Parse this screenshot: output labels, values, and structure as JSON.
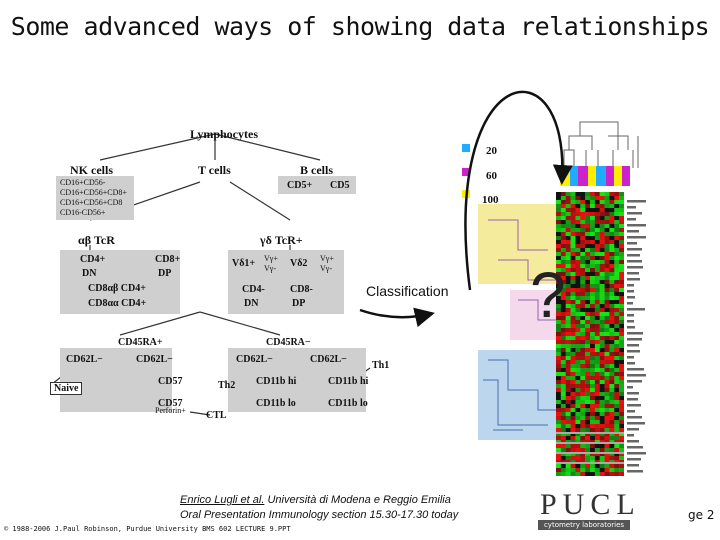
{
  "title": "Some advanced ways of showing data relationships",
  "tree": {
    "root": "Lymphocytes",
    "nk": "NK cells",
    "t": "T cells",
    "b": "B cells",
    "nk_markers": [
      "CD16+CD56-",
      "CD16+CD56+CD8+",
      "CD16+CD56+CD8",
      "CD16-CD56+"
    ],
    "b_markers": [
      "CD5+",
      "CD5"
    ],
    "ab": "αβ TcR",
    "gd": "γδ TcR+",
    "cd4": "CD4+",
    "cd8": "CD8+",
    "dn": "DN",
    "dp": "DP",
    "cd8_sub1": "CD8αβ CD4+",
    "cd8_sub2": "CD8αα CD4+",
    "vd1": "Vδ1+",
    "vd2": "Vδ2",
    "vg1": "Vγ+",
    "vg2": "Vγ-",
    "gd_cd4": "CD4-",
    "gd_cd8": "CD8-",
    "gd_dn": "DN",
    "gd_dp": "DP",
    "cd45ra_pos": "CD45RA+",
    "cd45ra_neg": "CD45RA−",
    "cd62l_neg_a": "CD62L−",
    "cd62l_neg_b": "CD62L−",
    "cd62l_neg_c": "CD62L−",
    "cd62l_neg_d": "CD62L−",
    "cd57a": "CD57",
    "cd57b": "CD57",
    "cd11b_hi_a": "CD11b hi",
    "cd11b_lo_a": "CD11b lo",
    "cd11b_hi_b": "CD11b hi",
    "cd11b_lo_b": "CD11b lo",
    "th1": "Th1",
    "th2": "Th2",
    "naive": "Naive",
    "perforin": "Perforin+",
    "ctl": "CTL"
  },
  "legend": [
    {
      "label": "20",
      "color": "#22aaff"
    },
    {
      "label": "60",
      "color": "#cc22cc"
    },
    {
      "label": "100",
      "color": "#ffee00"
    }
  ],
  "classification_label": "Classification",
  "question_mark": "?",
  "citation": {
    "authors": "Enrico Lugli et al.",
    "institution": " Università di Modena e Reggio Emilia",
    "line2": "Oral Presentation Immunology section  15.30-17.30 today"
  },
  "logo": {
    "text": "PUCL",
    "subtitle": "cytometry laboratories"
  },
  "footer": "© 1988-2006 J.Paul Robinson, Purdue University  BMS 602  LECTURE 9.PPT",
  "page_label": "ge 2",
  "colors": {
    "heat_red": "#cc1111",
    "heat_green": "#22aa22",
    "panel_yellow": "#f4ec9c",
    "panel_blue": "#bcd6ee"
  }
}
